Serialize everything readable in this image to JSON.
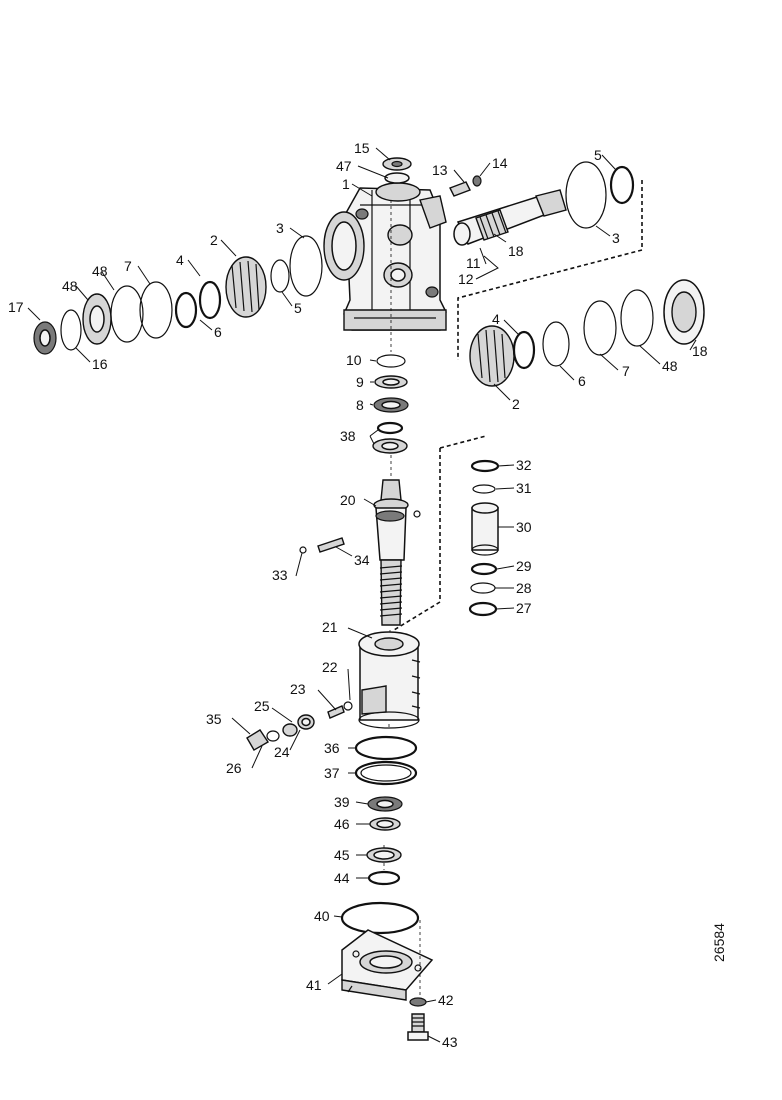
{
  "drawing_code": "26584",
  "callouts": {
    "c1": "1",
    "c2a": "2",
    "c2b": "2",
    "c3a": "3",
    "c3b": "3",
    "c4a": "4",
    "c4b": "4",
    "c5a": "5",
    "c5b": "5",
    "c6a": "6",
    "c6b": "6",
    "c7a": "7",
    "c7b": "7",
    "c8": "8",
    "c9": "9",
    "c10": "10",
    "c11": "11",
    "c12": "12",
    "c13": "13",
    "c14": "14",
    "c15": "15",
    "c16": "16",
    "c17": "17",
    "c18a": "18",
    "c18b": "18",
    "c20": "20",
    "c21": "21",
    "c22": "22",
    "c23": "23",
    "c24": "24",
    "c25": "25",
    "c26": "26",
    "c27": "27",
    "c28": "28",
    "c29": "29",
    "c30": "30",
    "c31": "31",
    "c32": "32",
    "c33": "33",
    "c34": "34",
    "c35": "35",
    "c36": "36",
    "c37": "37",
    "c38": "38",
    "c39": "39",
    "c40": "40",
    "c41": "41",
    "c42": "42",
    "c43": "43",
    "c44": "44",
    "c45": "45",
    "c46": "46",
    "c47": "47",
    "c48a": "48",
    "c48b": "48",
    "c48c": "48"
  }
}
